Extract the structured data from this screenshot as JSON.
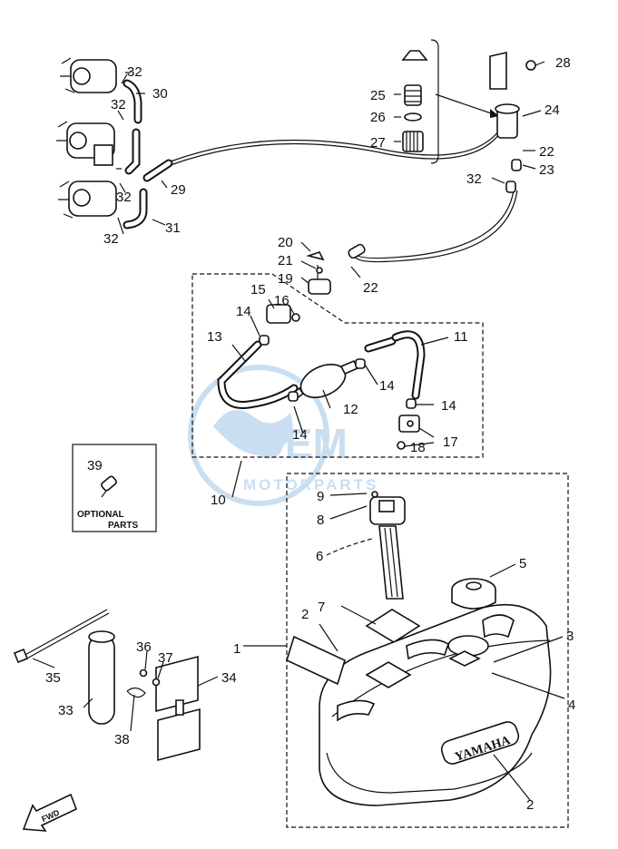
{
  "callouts": {
    "c1": "1",
    "c2a": "2",
    "c2b": "2",
    "c3": "3",
    "c4": "4",
    "c5": "5",
    "c6": "6",
    "c7": "7",
    "c8": "8",
    "c9": "9",
    "c10": "10",
    "c11": "11",
    "c12": "12",
    "c13": "13",
    "c14a": "14",
    "c14b": "14",
    "c14c": "14",
    "c14d": "14",
    "c15": "15",
    "c16": "16",
    "c17": "17",
    "c18": "18",
    "c19": "19",
    "c20": "20",
    "c21": "21",
    "c22a": "22",
    "c22b": "22",
    "c23": "23",
    "c24": "24",
    "c25": "25",
    "c26": "26",
    "c27": "27",
    "c28": "28",
    "c29": "29",
    "c30": "30",
    "c31": "31",
    "c32a": "32",
    "c32b": "32",
    "c32c": "32",
    "c32d": "32",
    "c32e": "32",
    "c33": "33",
    "c34": "34",
    "c35": "35",
    "c36": "36",
    "c37": "37",
    "c38": "38",
    "c39": "39"
  },
  "optional_box": {
    "line1": "OPTIONAL",
    "line2": "PARTS"
  },
  "tank_brand": "YAMAHA",
  "fwd_label": "FWD",
  "watermark": {
    "main": "OEM",
    "sub": "MOTORPARTS"
  },
  "colors": {
    "ink": "#111111",
    "watermark": "#6aa3d8",
    "paper": "#ffffff"
  }
}
